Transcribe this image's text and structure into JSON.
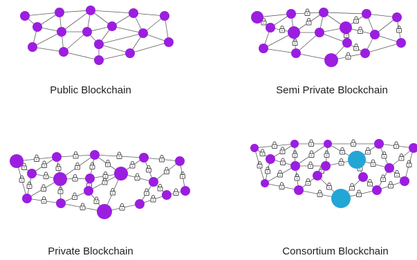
{
  "colors": {
    "node": "#9b1ee0",
    "node_highlight": "#22a6d6",
    "edge": "#5a5a5a",
    "lock": "#4a4a4a"
  },
  "icons": {
    "lock": "lock-icon"
  },
  "panels": [
    {
      "label": "Public Blockchain"
    },
    {
      "label": "Semi Private Blockchain"
    },
    {
      "label": "Private Blockchain"
    },
    {
      "label": "Consortium Blockchain"
    }
  ]
}
